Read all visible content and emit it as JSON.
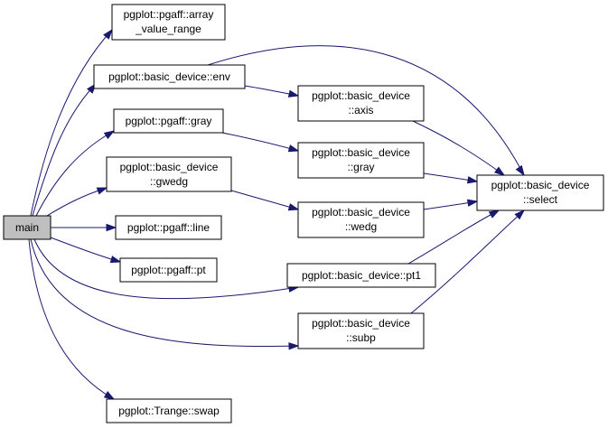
{
  "colors": {
    "edge": "#191970",
    "root_fill": "#bfbfbf",
    "node_fill": "#ffffff",
    "node_border": "#000000"
  },
  "nodes": {
    "main": {
      "lines": [
        "main"
      ]
    },
    "array_value_range": {
      "lines": [
        "pgplot::pgaff::array",
        "_value_range"
      ]
    },
    "env": {
      "lines": [
        "pgplot::basic_device::env"
      ]
    },
    "pgaff_gray": {
      "lines": [
        "pgplot::pgaff::gray"
      ]
    },
    "gwedg": {
      "lines": [
        "pgplot::basic_device",
        "::gwedg"
      ]
    },
    "pgaff_line": {
      "lines": [
        "pgplot::pgaff::line"
      ]
    },
    "pgaff_pt": {
      "lines": [
        "pgplot::pgaff::pt"
      ]
    },
    "trange_swap": {
      "lines": [
        "pgplot::Trange::swap"
      ]
    },
    "axis": {
      "lines": [
        "pgplot::basic_device",
        "::axis"
      ]
    },
    "bd_gray": {
      "lines": [
        "pgplot::basic_device",
        "::gray"
      ]
    },
    "wedg": {
      "lines": [
        "pgplot::basic_device",
        "::wedg"
      ]
    },
    "pt1": {
      "lines": [
        "pgplot::basic_device::pt1"
      ]
    },
    "subp": {
      "lines": [
        "pgplot::basic_device",
        "::subp"
      ]
    },
    "select": {
      "lines": [
        "pgplot::basic_device",
        "::select"
      ]
    }
  }
}
